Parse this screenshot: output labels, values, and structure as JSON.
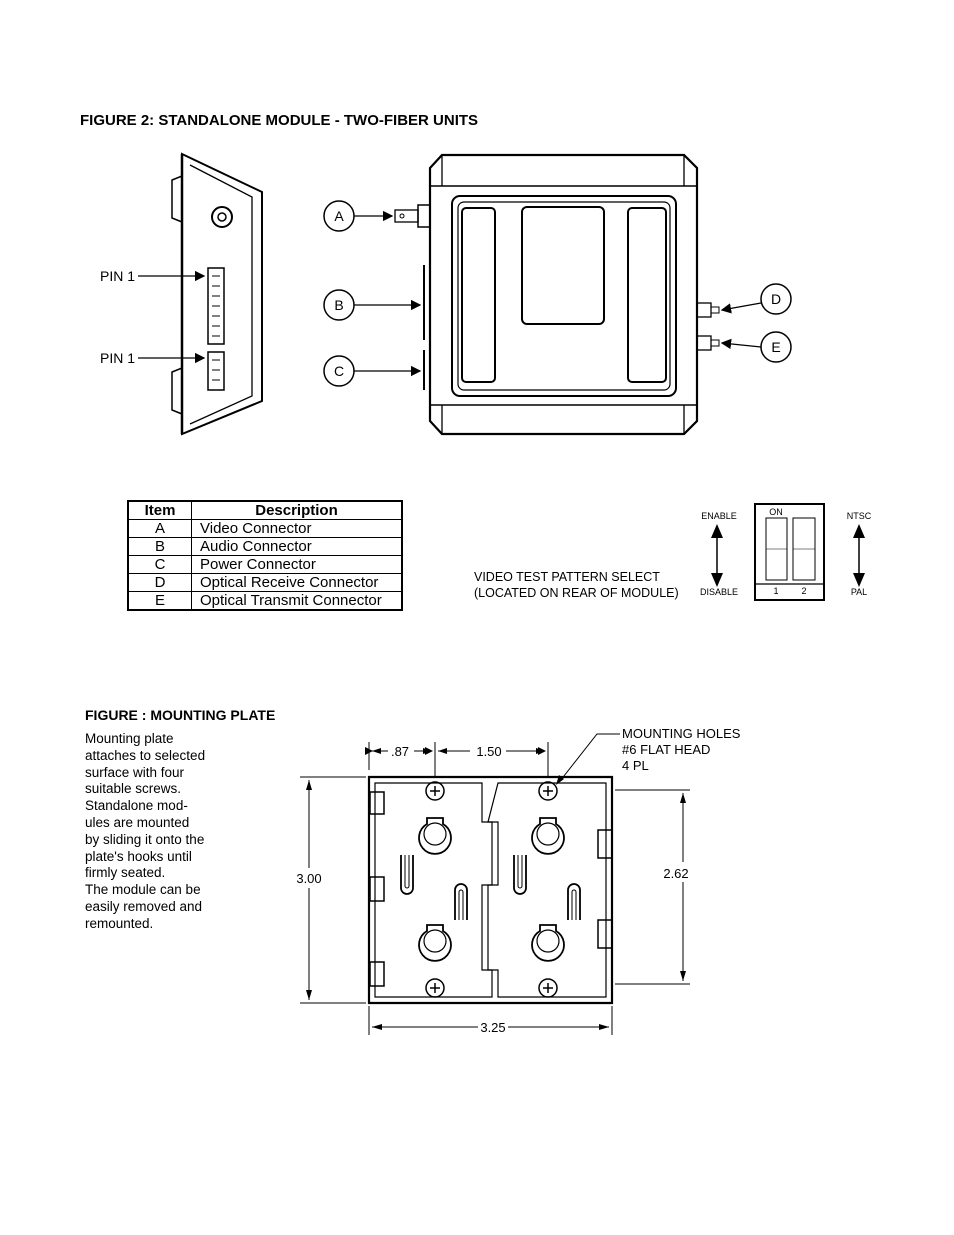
{
  "figure2": {
    "title": "FIGURE 2: STANDALONE MODULE - TWO-FIBER UNITS",
    "pin_label_1": "PIN 1",
    "pin_label_2": "PIN 1",
    "callouts": [
      "A",
      "B",
      "C",
      "D",
      "E"
    ]
  },
  "table": {
    "headers": [
      "Item",
      "Description"
    ],
    "rows": [
      [
        "A",
        "Video Connector"
      ],
      [
        "B",
        "Audio Connector"
      ],
      [
        "C",
        "Power Connector"
      ],
      [
        "D",
        "Optical Receive Connector"
      ],
      [
        "E",
        "Optical Transmit Connector"
      ]
    ]
  },
  "switch_block": {
    "caption_line1": "VIDEO TEST PATTERN SELECT",
    "caption_line2": "(LOCATED ON REAR OF MODULE)",
    "enable": "ENABLE",
    "disable": "DISABLE",
    "on": "ON",
    "ntsc": "NTSC",
    "pal": "PAL",
    "switch1": "1",
    "switch2": "2"
  },
  "mounting": {
    "title": "FIGURE   : MOUNTING PLATE",
    "description_lines": [
      "Mounting plate",
      "attaches to selected",
      "surface with four",
      "suitable screws.",
      "Standalone mod-",
      "ules are mounted",
      "by sliding it onto the",
      "plate's hooks until",
      "firmly seated.",
      "The module can be",
      "easily removed and",
      "remounted."
    ],
    "holes_note": [
      "MOUNTING  HOLES",
      "#6  FLAT  HEAD",
      "4  PL"
    ],
    "dims": {
      "left_offset": ".87",
      "hole_spacing": "1.50",
      "height": "3.00",
      "hook_height": "2.62",
      "width": "3.25"
    }
  }
}
